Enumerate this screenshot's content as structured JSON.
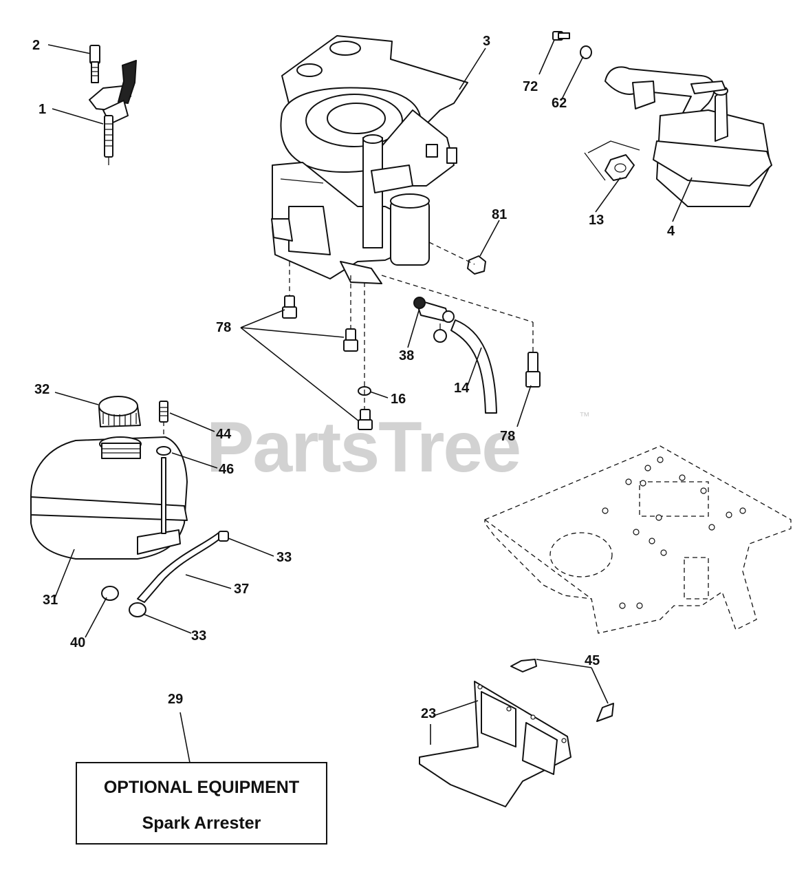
{
  "watermark": {
    "text": "PartsTree",
    "trademark": "™"
  },
  "callouts": {
    "c1": "1",
    "c2": "2",
    "c3": "3",
    "c4": "4",
    "c13": "13",
    "c14": "14",
    "c16": "16",
    "c23": "23",
    "c29": "29",
    "c31": "31",
    "c32": "32",
    "c33a": "33",
    "c33b": "33",
    "c37": "37",
    "c38": "38",
    "c40": "40",
    "c44": "44",
    "c45": "45",
    "c46": "46",
    "c62": "62",
    "c72": "72",
    "c78a": "78",
    "c78b": "78",
    "c81": "81"
  },
  "optional_box": {
    "title": "OPTIONAL EQUIPMENT",
    "item": "Spark Arrester"
  }
}
